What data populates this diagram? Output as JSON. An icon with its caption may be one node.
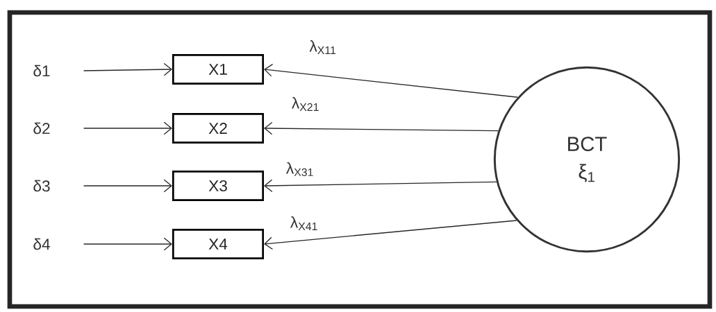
{
  "diagram": {
    "nodes": [
      {
        "text": [
          "δ1"
        ]
      },
      {
        "text": [
          "δ2"
        ]
      },
      {
        "text": [
          "δ3"
        ]
      },
      {
        "text": [
          "δ4"
        ]
      },
      {
        "text": [
          "X1"
        ]
      },
      {
        "text": [
          "X2"
        ]
      },
      {
        "text": [
          "X3"
        ]
      },
      {
        "text": [
          "X4"
        ]
      },
      {
        "text": [
          "BCT",
          "ξ$_{1}$"
        ]
      }
    ],
    "edges": [
      {
        "from": 0,
        "to": 4,
        "arrow": "to"
      },
      {
        "from": 1,
        "to": 5,
        "arrow": "to"
      },
      {
        "from": 2,
        "to": 6,
        "arrow": "to"
      },
      {
        "from": 3,
        "to": 7,
        "arrow": "to"
      },
      {
        "from": 8,
        "to": 4,
        "arrow": "to",
        "label": "λ$_{X11}$"
      },
      {
        "from": 8,
        "to": 5,
        "arrow": "to",
        "label": "λ$_{X21}$"
      },
      {
        "from": 8,
        "to": 6,
        "arrow": "to",
        "label": "λ$_{X31}$"
      },
      {
        "from": 8,
        "to": 7,
        "arrow": "to",
        "label": "λ$_{X41}$"
      }
    ]
  }
}
